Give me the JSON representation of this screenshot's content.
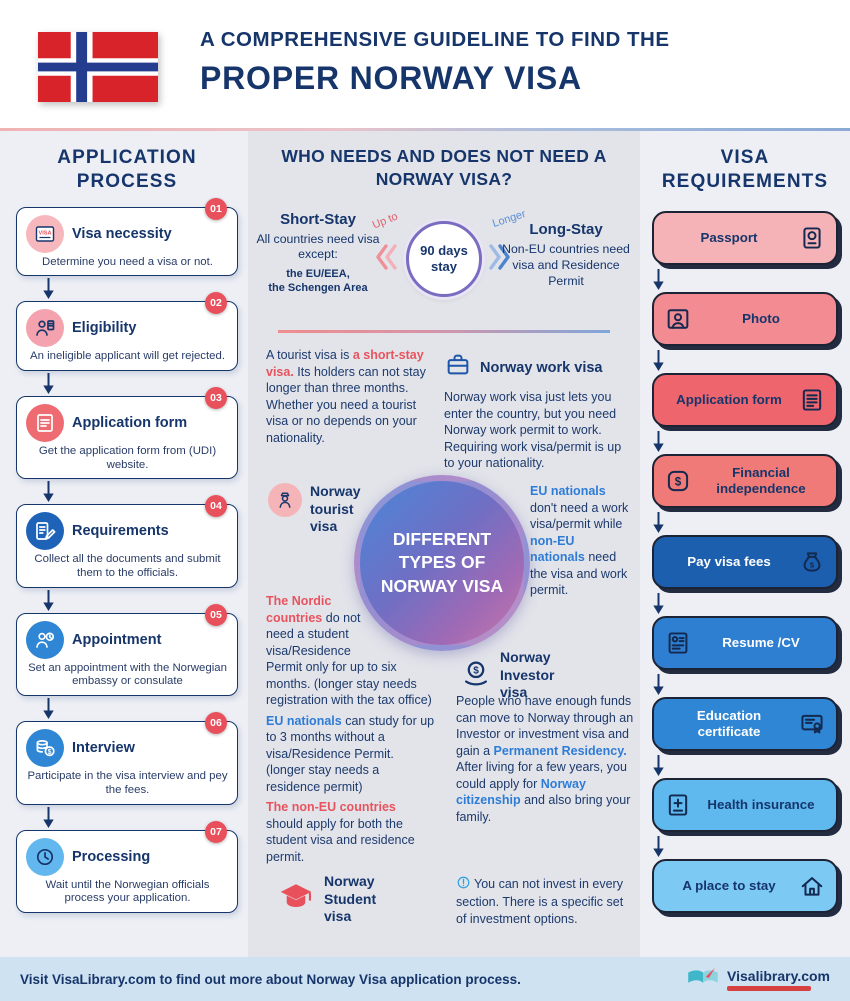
{
  "header": {
    "title_line1": "A COMPREHENSIVE GUIDELINE TO FIND THE",
    "title_line2": "PROPER NORWAY VISA"
  },
  "application_process": {
    "title": "APPLICATION PROCESS",
    "badge_color": "#e8505b",
    "steps": [
      {
        "num": "01",
        "title": "Visa necessity",
        "desc": "Determine you need a visa or not.",
        "icon": "visa",
        "icon_bg": "#f6b8bc",
        "icon_fg": "#16356b"
      },
      {
        "num": "02",
        "title": "Eligibility",
        "desc": "An ineligible applicant will get rejected.",
        "icon": "eligibility",
        "icon_bg": "#f4a2ad",
        "icon_fg": "#16356b"
      },
      {
        "num": "03",
        "title": "Application form",
        "desc": "Get the application form from (UDI) website.",
        "icon": "form",
        "icon_bg": "#ee6b72",
        "icon_fg": "#ffffff"
      },
      {
        "num": "04",
        "title": "Requirements",
        "desc": "Collect all the documents and submit them to the officials.",
        "icon": "requirements",
        "icon_bg": "#1e63b8",
        "icon_fg": "#ffffff"
      },
      {
        "num": "05",
        "title": "Appointment",
        "desc": "Set an appointment with the Norwegian embassy or consulate",
        "icon": "appointment",
        "icon_bg": "#2e86d4",
        "icon_fg": "#ffffff"
      },
      {
        "num": "06",
        "title": "Interview",
        "desc": "Participate in the visa interview and pey the fees.",
        "icon": "interview",
        "icon_bg": "#2e86d4",
        "icon_fg": "#ffffff"
      },
      {
        "num": "07",
        "title": "Processing",
        "desc": "Wait until the Norwegian officials process your application.",
        "icon": "processing",
        "icon_bg": "#62b8ee",
        "icon_fg": "#16356b"
      }
    ]
  },
  "visa_need": {
    "title": "WHO NEEDS AND DOES NOT NEED A NORWAY VISA?",
    "short_stay": {
      "title": "Short-Stay",
      "line1": "All countries need visa except:",
      "line2": "the EU/EEA,\nthe Schengen Area"
    },
    "circle": {
      "up_to": "Up to",
      "value": "90 days stay",
      "longer": "Longer"
    },
    "long_stay": {
      "title": "Long-Stay",
      "desc": "Non-EU countries need visa and Residence Permit"
    }
  },
  "types": {
    "center_label": "DIFFERENT TYPES OF NORWAY VISA",
    "tourist": {
      "label": "Norway tourist visa",
      "icon": "tourist",
      "paragraph": [
        {
          "t": "A tourist visa is "
        },
        {
          "t": "a short-stay visa.",
          "c": "red"
        },
        {
          "t": " Its holders can not stay longer than three months. Whether you need a tourist visa or no depends on your nationality."
        }
      ]
    },
    "work": {
      "title": "Norway work visa",
      "icon": "briefcase",
      "p1": [
        {
          "t": "Norway work visa just lets you enter the country, but you need Norway work permit to work. Requiring work visa/permit is up to your nationality."
        }
      ],
      "p2": [
        {
          "t": "EU nationals",
          "c": "blue"
        },
        {
          "t": " don't need a work visa/permit while "
        },
        {
          "t": "non-EU nationals",
          "c": "blue"
        },
        {
          "t": " need the visa and work permit."
        }
      ]
    },
    "student": {
      "label": "Norway Student visa",
      "icon": "gradcap",
      "p1": [
        {
          "t": "The Nordic countries",
          "c": "red"
        },
        {
          "t": " do not need a student visa/Residence Permit only for up to six months. (longer stay needs registration with the tax office)"
        }
      ],
      "p2": [
        {
          "t": "EU nationals",
          "c": "blue"
        },
        {
          "t": " can study for up to 3 months without a visa/Residence Permit. (longer stay needs a residence permit)"
        }
      ],
      "p3": [
        {
          "t": "The non-EU countries",
          "c": "red"
        },
        {
          "t": " should apply for both the student visa and residence permit."
        }
      ]
    },
    "investor": {
      "title": "Norway Investor visa",
      "icon": "investor",
      "note_icon": "info",
      "paragraph": [
        {
          "t": "People who have enough funds can move to Norway through an Investor or investment visa and gain a "
        },
        {
          "t": "Permanent Residency.",
          "c": "blue"
        },
        {
          "t": " After living for a few years, you could apply for "
        },
        {
          "t": "Norway citizenship",
          "c": "blue"
        },
        {
          "t": " and also bring your family."
        }
      ],
      "note": [
        {
          "t": "You can not invest in every section. There is a specific set of investment options."
        }
      ]
    }
  },
  "visa_requirements": {
    "title": "VISA REQUIREMENTS",
    "items": [
      {
        "label": "Passport",
        "icon": "passport",
        "bg": "#f6b3b7",
        "fg": "#16356b",
        "side": "text-first"
      },
      {
        "label": "Photo",
        "icon": "photo",
        "bg": "#f28b92",
        "fg": "#16356b",
        "side": "icon-first"
      },
      {
        "label": "Application form",
        "icon": "appform",
        "bg": "#ee656d",
        "fg": "#16356b",
        "side": "text-first"
      },
      {
        "label": "Financial independence",
        "icon": "dollar",
        "bg": "#ef7a77",
        "fg": "#16356b",
        "side": "icon-first"
      },
      {
        "label": "Pay visa fees",
        "icon": "fees",
        "bg": "#1c5fae",
        "fg": "#ffffff",
        "side": "text-first"
      },
      {
        "label": "Resume /CV",
        "icon": "resume",
        "bg": "#2e7fd2",
        "fg": "#ffffff",
        "side": "icon-first"
      },
      {
        "label": "Education certificate",
        "icon": "certificate",
        "bg": "#2e86d4",
        "fg": "#ffffff",
        "side": "text-first"
      },
      {
        "label": "Health insurance",
        "icon": "health",
        "bg": "#5fb8ee",
        "fg": "#16356b",
        "side": "icon-first"
      },
      {
        "label": "A place to stay",
        "icon": "house",
        "bg": "#7ccaf4",
        "fg": "#16356b",
        "side": "text-first"
      }
    ]
  },
  "footer": {
    "text": "Visit VisaLibrary.com to find out more about Norway Visa application process.",
    "brand": "Visalibrary.com"
  },
  "theme": {
    "navy": "#16356b",
    "red": "#e8505b",
    "blue": "#2e7cd6",
    "panel_bg": "#e2e4ea",
    "page_bg": "#edeff5",
    "footer_bg": "#cfe2f1"
  }
}
